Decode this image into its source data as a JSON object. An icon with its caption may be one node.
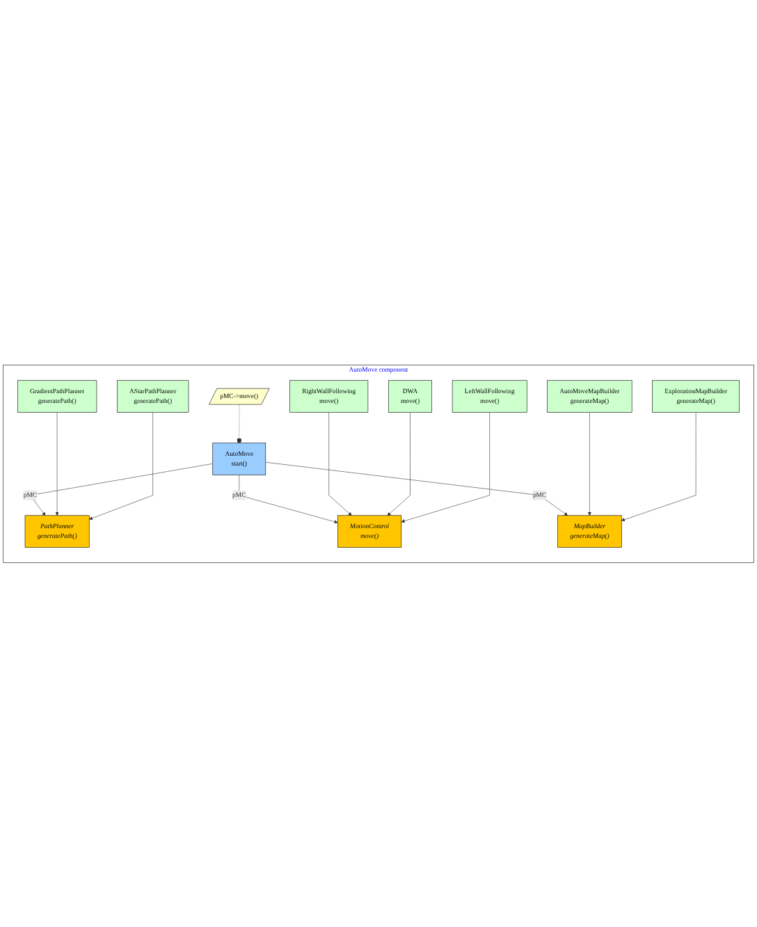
{
  "diagram": {
    "nodes": [
      {
        "text": [
          "AutoMove component"
        ]
      },
      {
        "text": [
          "PathPlanner",
          "generatePath()"
        ],
        "in": 0
      },
      {
        "text": [
          "GradientPathPlanner",
          "generatePath()"
        ],
        "in": 0
      },
      {
        "text": [
          "AStarPathPlanner",
          "generatePath()"
        ],
        "in": 0
      },
      {
        "text": [
          "AutoMove",
          "start()"
        ],
        "in": 0
      },
      {
        "text": [
          "MotionControl",
          "move()"
        ],
        "in": 0
      },
      {
        "text": [
          "pMC->move()"
        ],
        "in": 0
      },
      {
        "text": [
          "RightWallFollowing",
          "move()"
        ],
        "in": 0
      },
      {
        "text": [
          "DWA",
          "move()"
        ],
        "in": 0
      },
      {
        "text": [
          "LeftWallFollowing",
          "move()"
        ],
        "in": 0
      },
      {
        "text": [
          "MapBuilder",
          "generateMap()"
        ],
        "in": 0
      },
      {
        "text": [
          "AutoMoveMapBuilder",
          "generateMap()"
        ],
        "in": 0
      },
      {
        "text": [
          "ExplorationMapBuilder",
          "generateMap()"
        ],
        "in": 0
      }
    ],
    "edges": [
      {
        "from": 4,
        "to": 1,
        "arrow": "to",
        "label": "pMC"
      },
      {
        "from": 4,
        "to": 5,
        "arrow": "to",
        "label": "pMC"
      },
      {
        "from": 4,
        "to": 10,
        "arrow": "to",
        "label": "pMC"
      },
      {
        "from": 2,
        "to": 1,
        "arrow": "to"
      },
      {
        "from": 3,
        "to": 1,
        "arrow": "to"
      },
      {
        "from": 7,
        "to": 5,
        "arrow": "to"
      },
      {
        "from": 8,
        "to": 5,
        "arrow": "to"
      },
      {
        "from": 9,
        "to": 5,
        "arrow": "to"
      },
      {
        "from": 11,
        "to": 10,
        "arrow": "to"
      },
      {
        "from": 12,
        "to": 10,
        "arrow": "to"
      },
      {
        "from": 6,
        "to": 4,
        "arrow": "other",
        "style": "dashed"
      }
    ]
  }
}
